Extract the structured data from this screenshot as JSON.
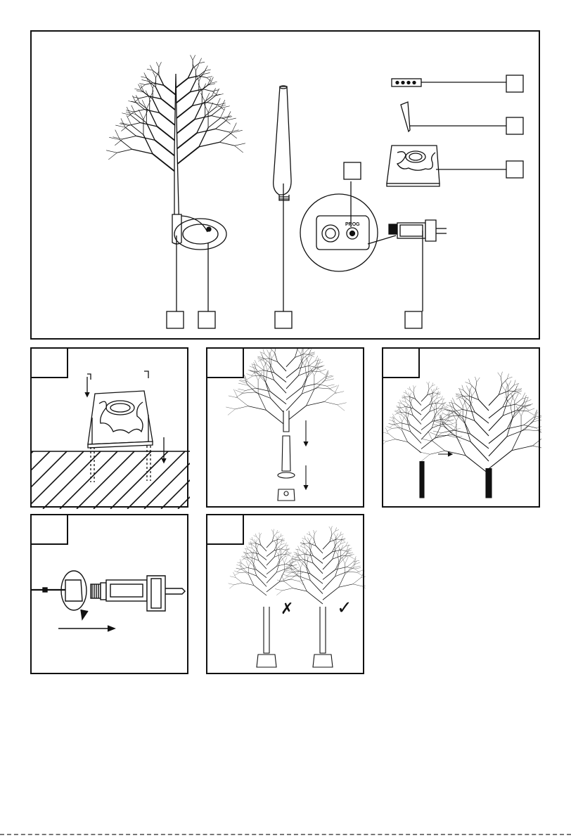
{
  "colors": {
    "line": "#111111",
    "paper": "#ffffff",
    "gray": "#888888"
  },
  "overview": {
    "labels": [
      {
        "id": "tree",
        "text": ""
      },
      {
        "id": "cable-coil",
        "text": ""
      },
      {
        "id": "pole",
        "text": ""
      },
      {
        "id": "plug-adapter",
        "text": ""
      },
      {
        "id": "switch-detail",
        "text": ""
      },
      {
        "id": "connector-strip",
        "text": ""
      },
      {
        "id": "hex-key",
        "text": ""
      },
      {
        "id": "base-plate",
        "text": ""
      }
    ],
    "switch_text": "PROG"
  },
  "steps": [
    {
      "id": "step-1",
      "label": "",
      "content": "stake-base-into-ground"
    },
    {
      "id": "step-2",
      "label": "",
      "content": "assemble-tree-onto-pole"
    },
    {
      "id": "step-3",
      "label": "",
      "content": "spread-branches"
    },
    {
      "id": "step-4",
      "label": "",
      "content": "screw-connector-to-plug"
    },
    {
      "id": "step-5",
      "label": "",
      "content": "wrong-vs-right-branches"
    }
  ],
  "marks": {
    "wrong": "✗",
    "right": "✓"
  },
  "icons": [
    "arrow-down-icon",
    "arrow-right-icon",
    "rotate-icon",
    "cross-icon",
    "check-icon"
  ]
}
